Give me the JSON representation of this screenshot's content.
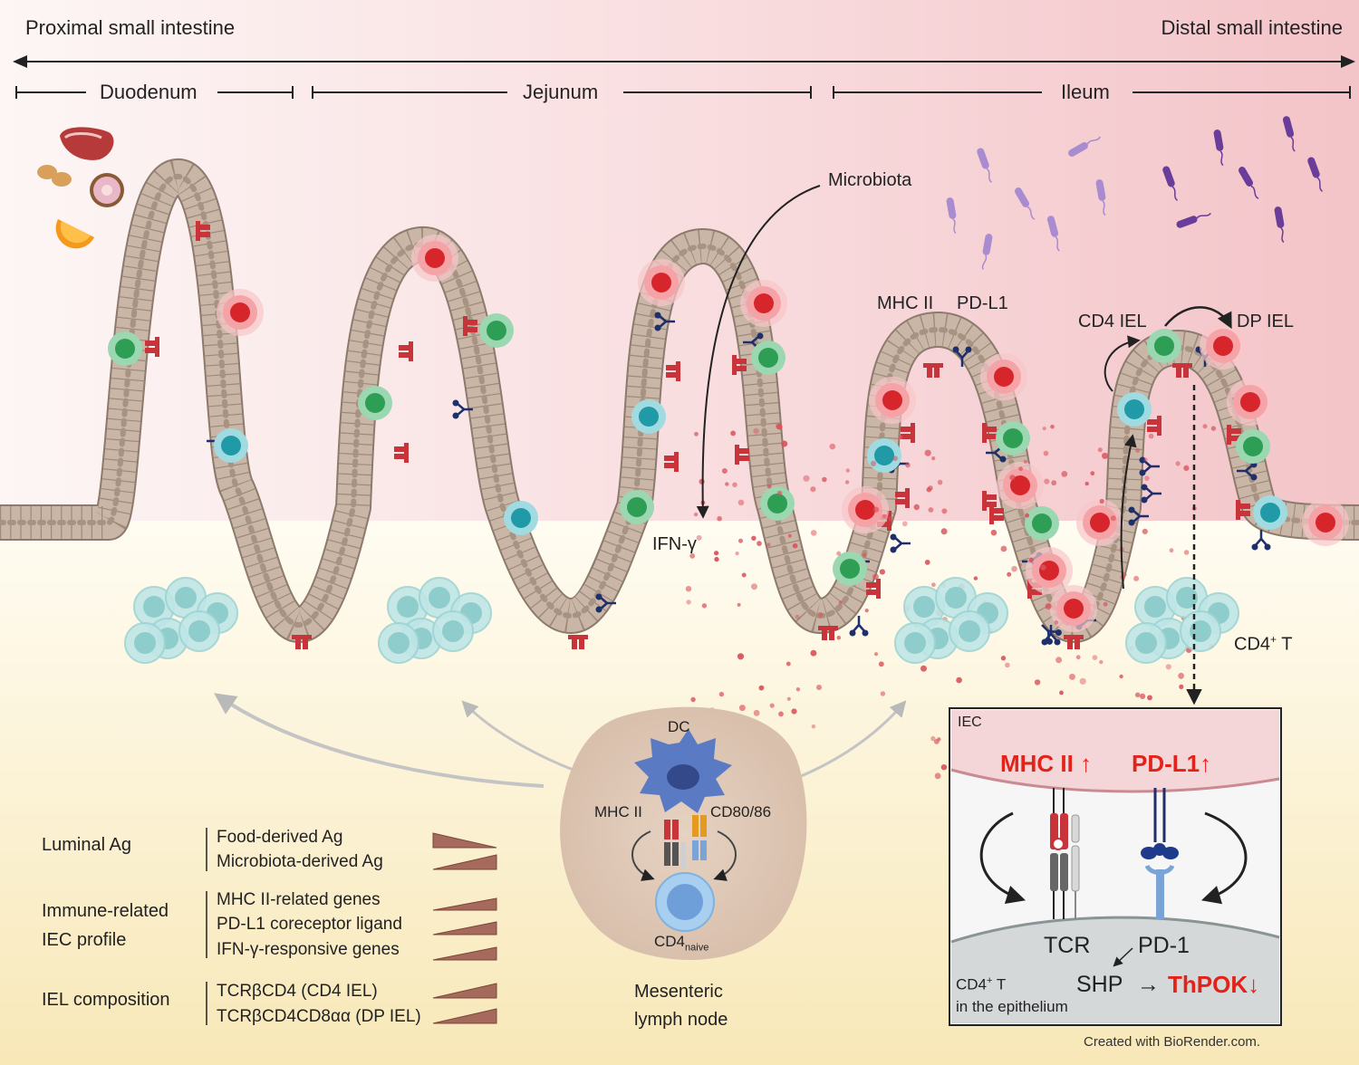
{
  "header": {
    "proximal": "Proximal small intestine",
    "distal": "Distal small intestine"
  },
  "segments": {
    "duodenum": "Duodenum",
    "jejunum": "Jejunum",
    "ileum": "Ileum"
  },
  "labels": {
    "microbiota": "Microbiota",
    "mhc2": "MHC II",
    "pdl1": "PD-L1",
    "cd4_iel": "CD4 IEL",
    "dp_iel": "DP IEL",
    "ifng": "IFN-γ",
    "cd4t_main": "CD4",
    "cd4t_sup": "+",
    "cd4t_suffix": " T"
  },
  "lymph_node": {
    "dc": "DC",
    "mhc2": "MHC II",
    "cd80": "CD80/86",
    "cd4": "CD4",
    "naive": "naive",
    "title_line1": "Mesenteric",
    "title_line2": "lymph node"
  },
  "legend": {
    "rows": [
      {
        "category": [
          "Luminal Ag"
        ],
        "items": [
          "Food-derived Ag",
          "Microbiota-derived Ag"
        ],
        "trend": [
          "decreasing",
          "increasing"
        ]
      },
      {
        "category": [
          "Immune-related",
          "IEC profile"
        ],
        "items": [
          "MHC II-related genes",
          "PD-L1 coreceptor ligand",
          "IFN-γ-responsive genes"
        ],
        "trend": [
          "increasing",
          "increasing",
          "increasing"
        ]
      },
      {
        "category": [
          "IEL composition"
        ],
        "items": [
          "TCRβCD4 (CD4 IEL)",
          "TCRβCD4CD8αα (DP IEL)"
        ],
        "trend": [
          "increasing",
          "increasing"
        ]
      }
    ]
  },
  "inset": {
    "iec": "IEC",
    "mhc2_up": "MHC II ↑",
    "pdl1_up": "PD-L1↑",
    "tcr": "TCR",
    "pd1": "PD-1",
    "shp": "SHP",
    "arrow": "→",
    "thpok": "ThPOK↓",
    "cd4t": "CD4",
    "cd4t_sup": "+",
    "cd4t_suffix": " T",
    "epithelium": "in the epithelium"
  },
  "footer": {
    "credit": "Created with BioRender.com."
  },
  "colors": {
    "epithelium": "#c9b6a6",
    "iel_red": "#d7262b",
    "iel_green": "#2e9e55",
    "iel_teal": "#1f9aa6",
    "mhc2": "#c9333a",
    "pdl1": "#1e2f6b",
    "microbe_light": "#a98ccf",
    "microbe_dark": "#6a3d9a",
    "ifn_dot": "#d9535b",
    "accent_red": "#e2231a"
  }
}
